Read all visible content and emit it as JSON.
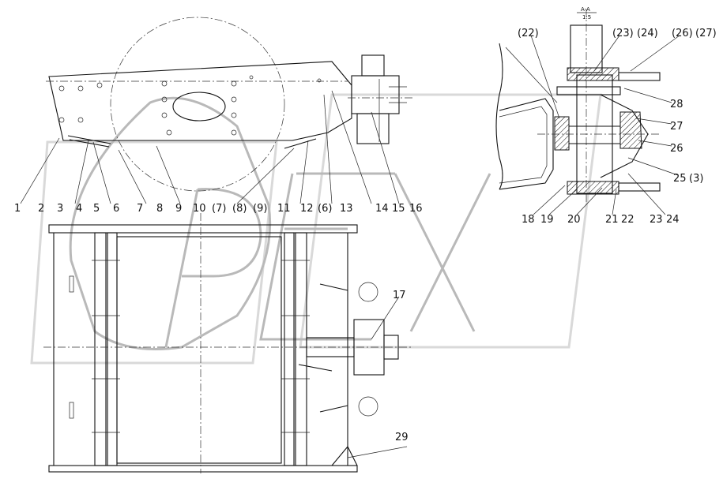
{
  "diagram": {
    "section_mark": "A-A",
    "scale": "1:5",
    "watermark": "OPEX",
    "labels": [
      {
        "id": "l1",
        "text": "1"
      },
      {
        "id": "l2",
        "text": "2"
      },
      {
        "id": "l3",
        "text": "3"
      },
      {
        "id": "l4",
        "text": "4"
      },
      {
        "id": "l5",
        "text": "5"
      },
      {
        "id": "l6",
        "text": "6"
      },
      {
        "id": "l7",
        "text": "7"
      },
      {
        "id": "l8",
        "text": "8"
      },
      {
        "id": "l9",
        "text": "9"
      },
      {
        "id": "l10",
        "text": "10"
      },
      {
        "id": "l7p",
        "text": "(7)"
      },
      {
        "id": "l8p",
        "text": "(8)"
      },
      {
        "id": "l9p",
        "text": "(9)"
      },
      {
        "id": "l11",
        "text": "11"
      },
      {
        "id": "l12",
        "text": "12"
      },
      {
        "id": "l6p",
        "text": "(6)"
      },
      {
        "id": "l13",
        "text": "13"
      },
      {
        "id": "l14",
        "text": "14"
      },
      {
        "id": "l15",
        "text": "15"
      },
      {
        "id": "l16",
        "text": "16"
      },
      {
        "id": "l17",
        "text": "17"
      },
      {
        "id": "l29",
        "text": "29"
      },
      {
        "id": "l22p",
        "text": "(22)"
      },
      {
        "id": "l23p",
        "text": "(23)"
      },
      {
        "id": "l24p",
        "text": "(24)"
      },
      {
        "id": "l26p",
        "text": "(26)"
      },
      {
        "id": "l27p",
        "text": "(27)"
      },
      {
        "id": "l28",
        "text": "28"
      },
      {
        "id": "l27",
        "text": "27"
      },
      {
        "id": "l26",
        "text": "26"
      },
      {
        "id": "l25",
        "text": "25"
      },
      {
        "id": "l3p",
        "text": "(3)"
      },
      {
        "id": "l18",
        "text": "18"
      },
      {
        "id": "l19",
        "text": "19"
      },
      {
        "id": "l20",
        "text": "20"
      },
      {
        "id": "l21",
        "text": "21"
      },
      {
        "id": "l22",
        "text": "22"
      },
      {
        "id": "l23",
        "text": "23"
      },
      {
        "id": "l24",
        "text": "24"
      }
    ]
  }
}
